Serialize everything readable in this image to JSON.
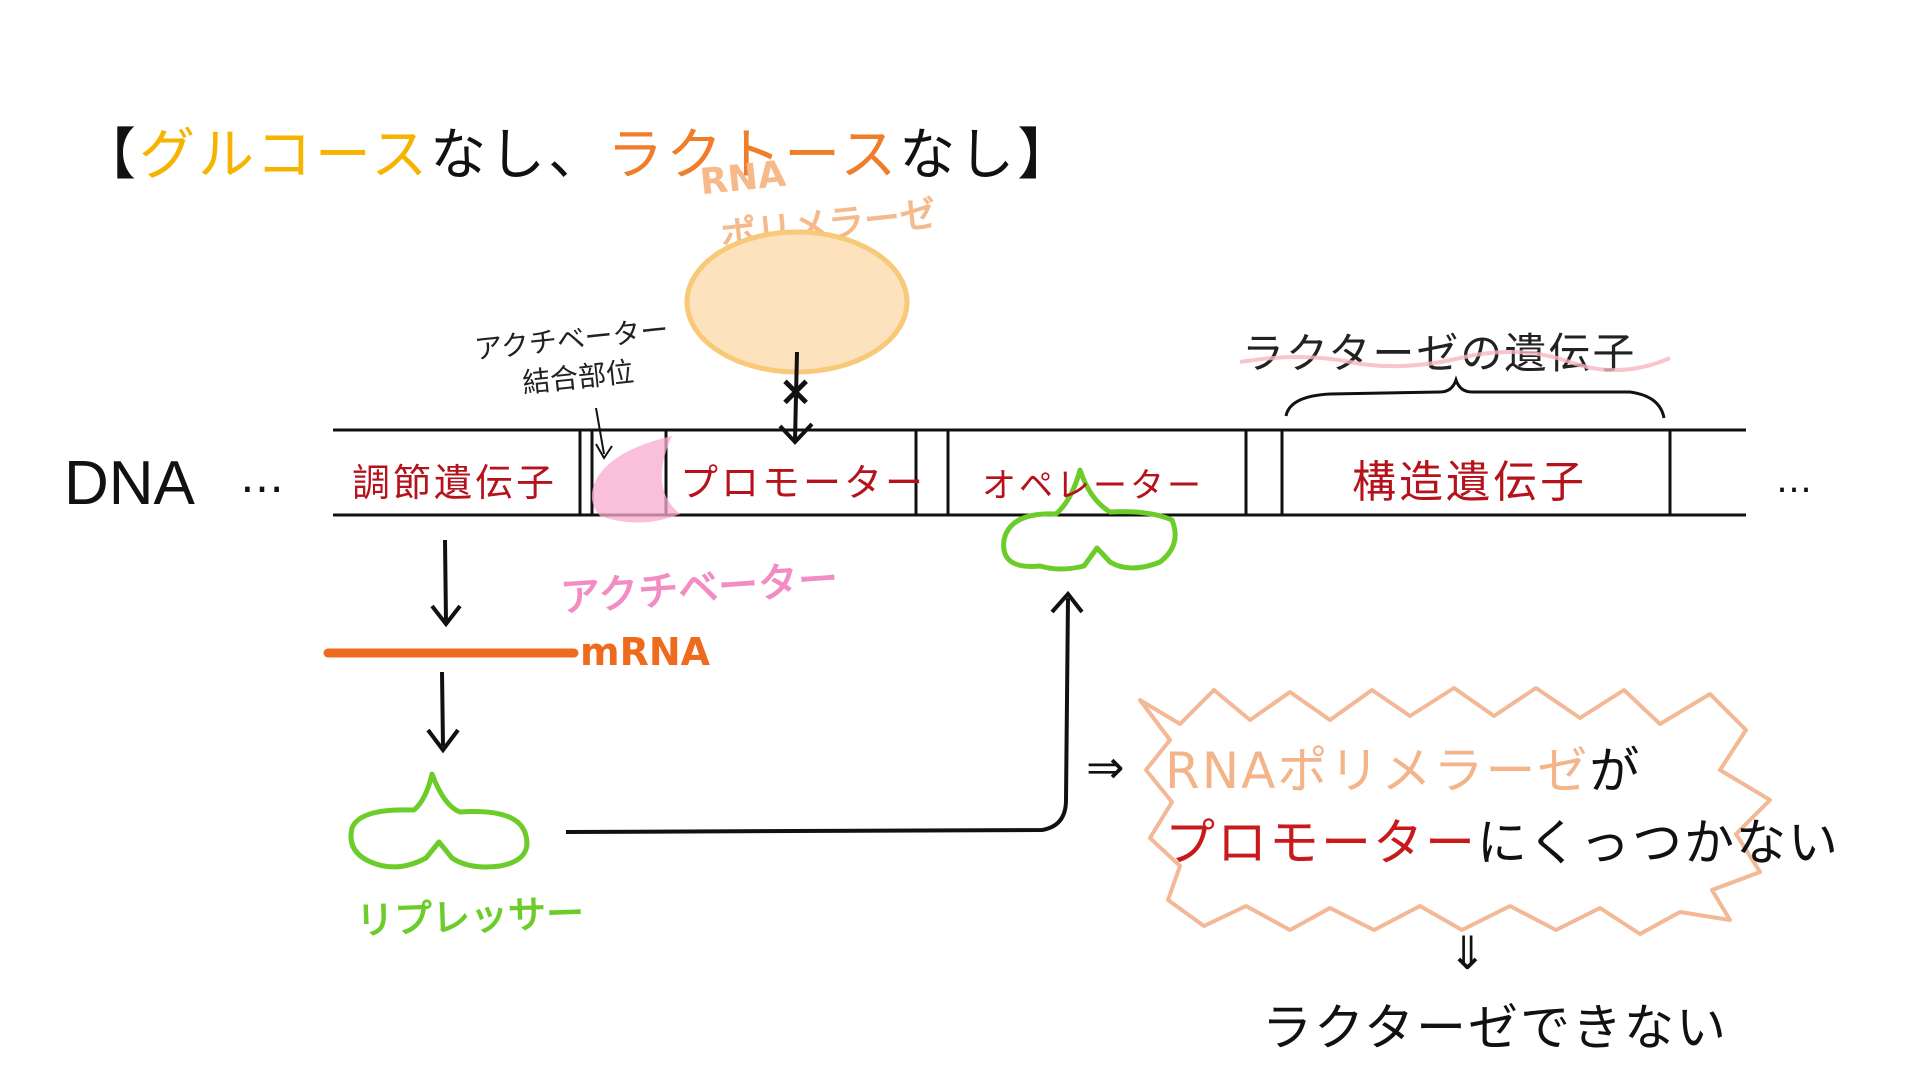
{
  "title": {
    "open": "【",
    "glucose": "グルコース",
    "mid1": "なし、",
    "lactose": "ラクトース",
    "mid2": "なし",
    "close": "】"
  },
  "labels": {
    "rna_polymerase_line1": "RNA",
    "rna_polymerase_line2": "ポリメラーゼ",
    "activator_site_line1": "アクチベーター",
    "activator_site_line2": "結合部位",
    "lactase_gene": "ラクターゼの遺伝子",
    "dna": "DNA",
    "dots_left": "…",
    "dots_right": "…",
    "activator": "アクチベーター",
    "mrna": "mRNA",
    "repressor": "リプレッサー",
    "block_mark": "×"
  },
  "segments": {
    "regulatory": "調節遺伝子",
    "promoter": "プロモーター",
    "operator": "オペレーター",
    "structural": "構造遺伝子"
  },
  "explanation": {
    "arrow": "⇒",
    "line1_orange": "RNAポリメラーゼ",
    "line1_black": "が",
    "line2_red": "プロモーター",
    "line2_black": "にくっつかない",
    "down_arrow": "⇓",
    "result": "ラクターゼできない"
  },
  "colors": {
    "glucose": "#f5b400",
    "lactose": "#f07d2a",
    "segment_text": "#b5121b",
    "polymerase_fill": "#fde3bd",
    "polymerase_stroke": "#f7c978",
    "polymerase_text": "#f5b98a",
    "activator": "#f7a9cf",
    "activator_text": "#f28cc3",
    "repressor": "#6ccc2a",
    "mrna": "#ee6b1d",
    "highlight_red": "#c81a1a",
    "highlight_orange": "#f4b48a"
  }
}
